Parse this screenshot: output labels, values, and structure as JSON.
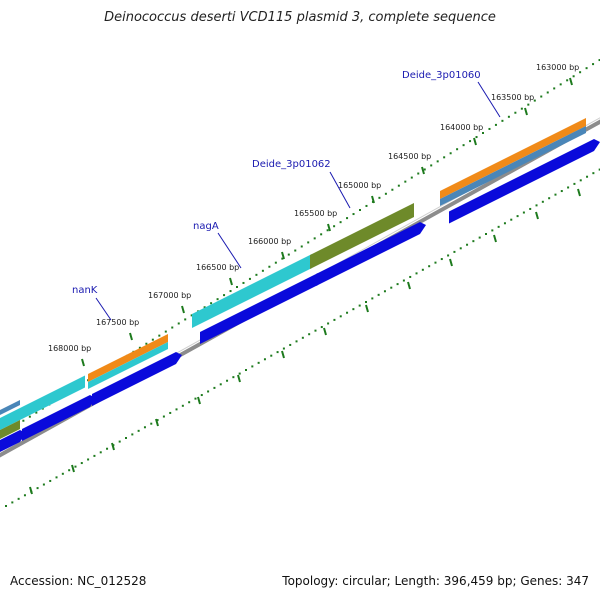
{
  "title": "Deinococcus deserti VCD115 plasmid 3, complete sequence",
  "footer": {
    "accession": "Accession: NC_012528",
    "summary": "Topology: circular; Length: 396,459 bp; Genes: 347"
  },
  "colors": {
    "gene_arrow": "#0a0adb",
    "ruler_dots": "#1d7a1d",
    "backbone": "#8c8c8c",
    "cyan_feature": "#2ec8cf",
    "olive_feature": "#6e8a2a",
    "orange_feature": "#f08a18",
    "steel_feature": "#4a86b8",
    "label_text": "#1a1ab0"
  },
  "ruler_ticks": [
    "163000 bp",
    "163500 bp",
    "164000 bp",
    "164500 bp",
    "165000 bp",
    "165500 bp",
    "166000 bp",
    "166500 bp",
    "167000 bp",
    "167500 bp",
    "168000 bp"
  ],
  "gene_labels": [
    "Deide_3p01060",
    "Deide_3p01062",
    "nagA",
    "nanK"
  ]
}
